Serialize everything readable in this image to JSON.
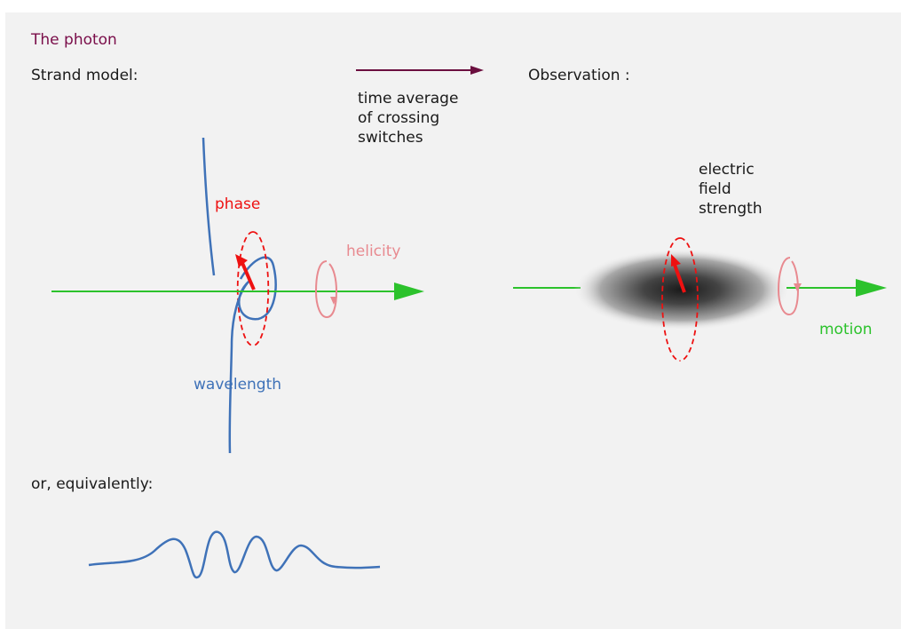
{
  "title": "The photon",
  "strand_model_label": "Strand model:",
  "observation_label": "Observation :",
  "arrow_caption": "time average\nof crossing\nswitches",
  "phase_label": "phase",
  "helicity_label": "helicity",
  "wavelength_label": "wavelength",
  "electric_field_label": "electric\nfield\nstrength",
  "motion_label": "motion",
  "equivalently_label": "or, equivalently:",
  "colors": {
    "background": "#f2f2f2",
    "title": "#7a0e4a",
    "strand": "#3f72b8",
    "motion_axis": "#2cc22c",
    "phase": "#ee1111",
    "helicity": "#e88a90",
    "arrow": "#6b0f3f"
  }
}
